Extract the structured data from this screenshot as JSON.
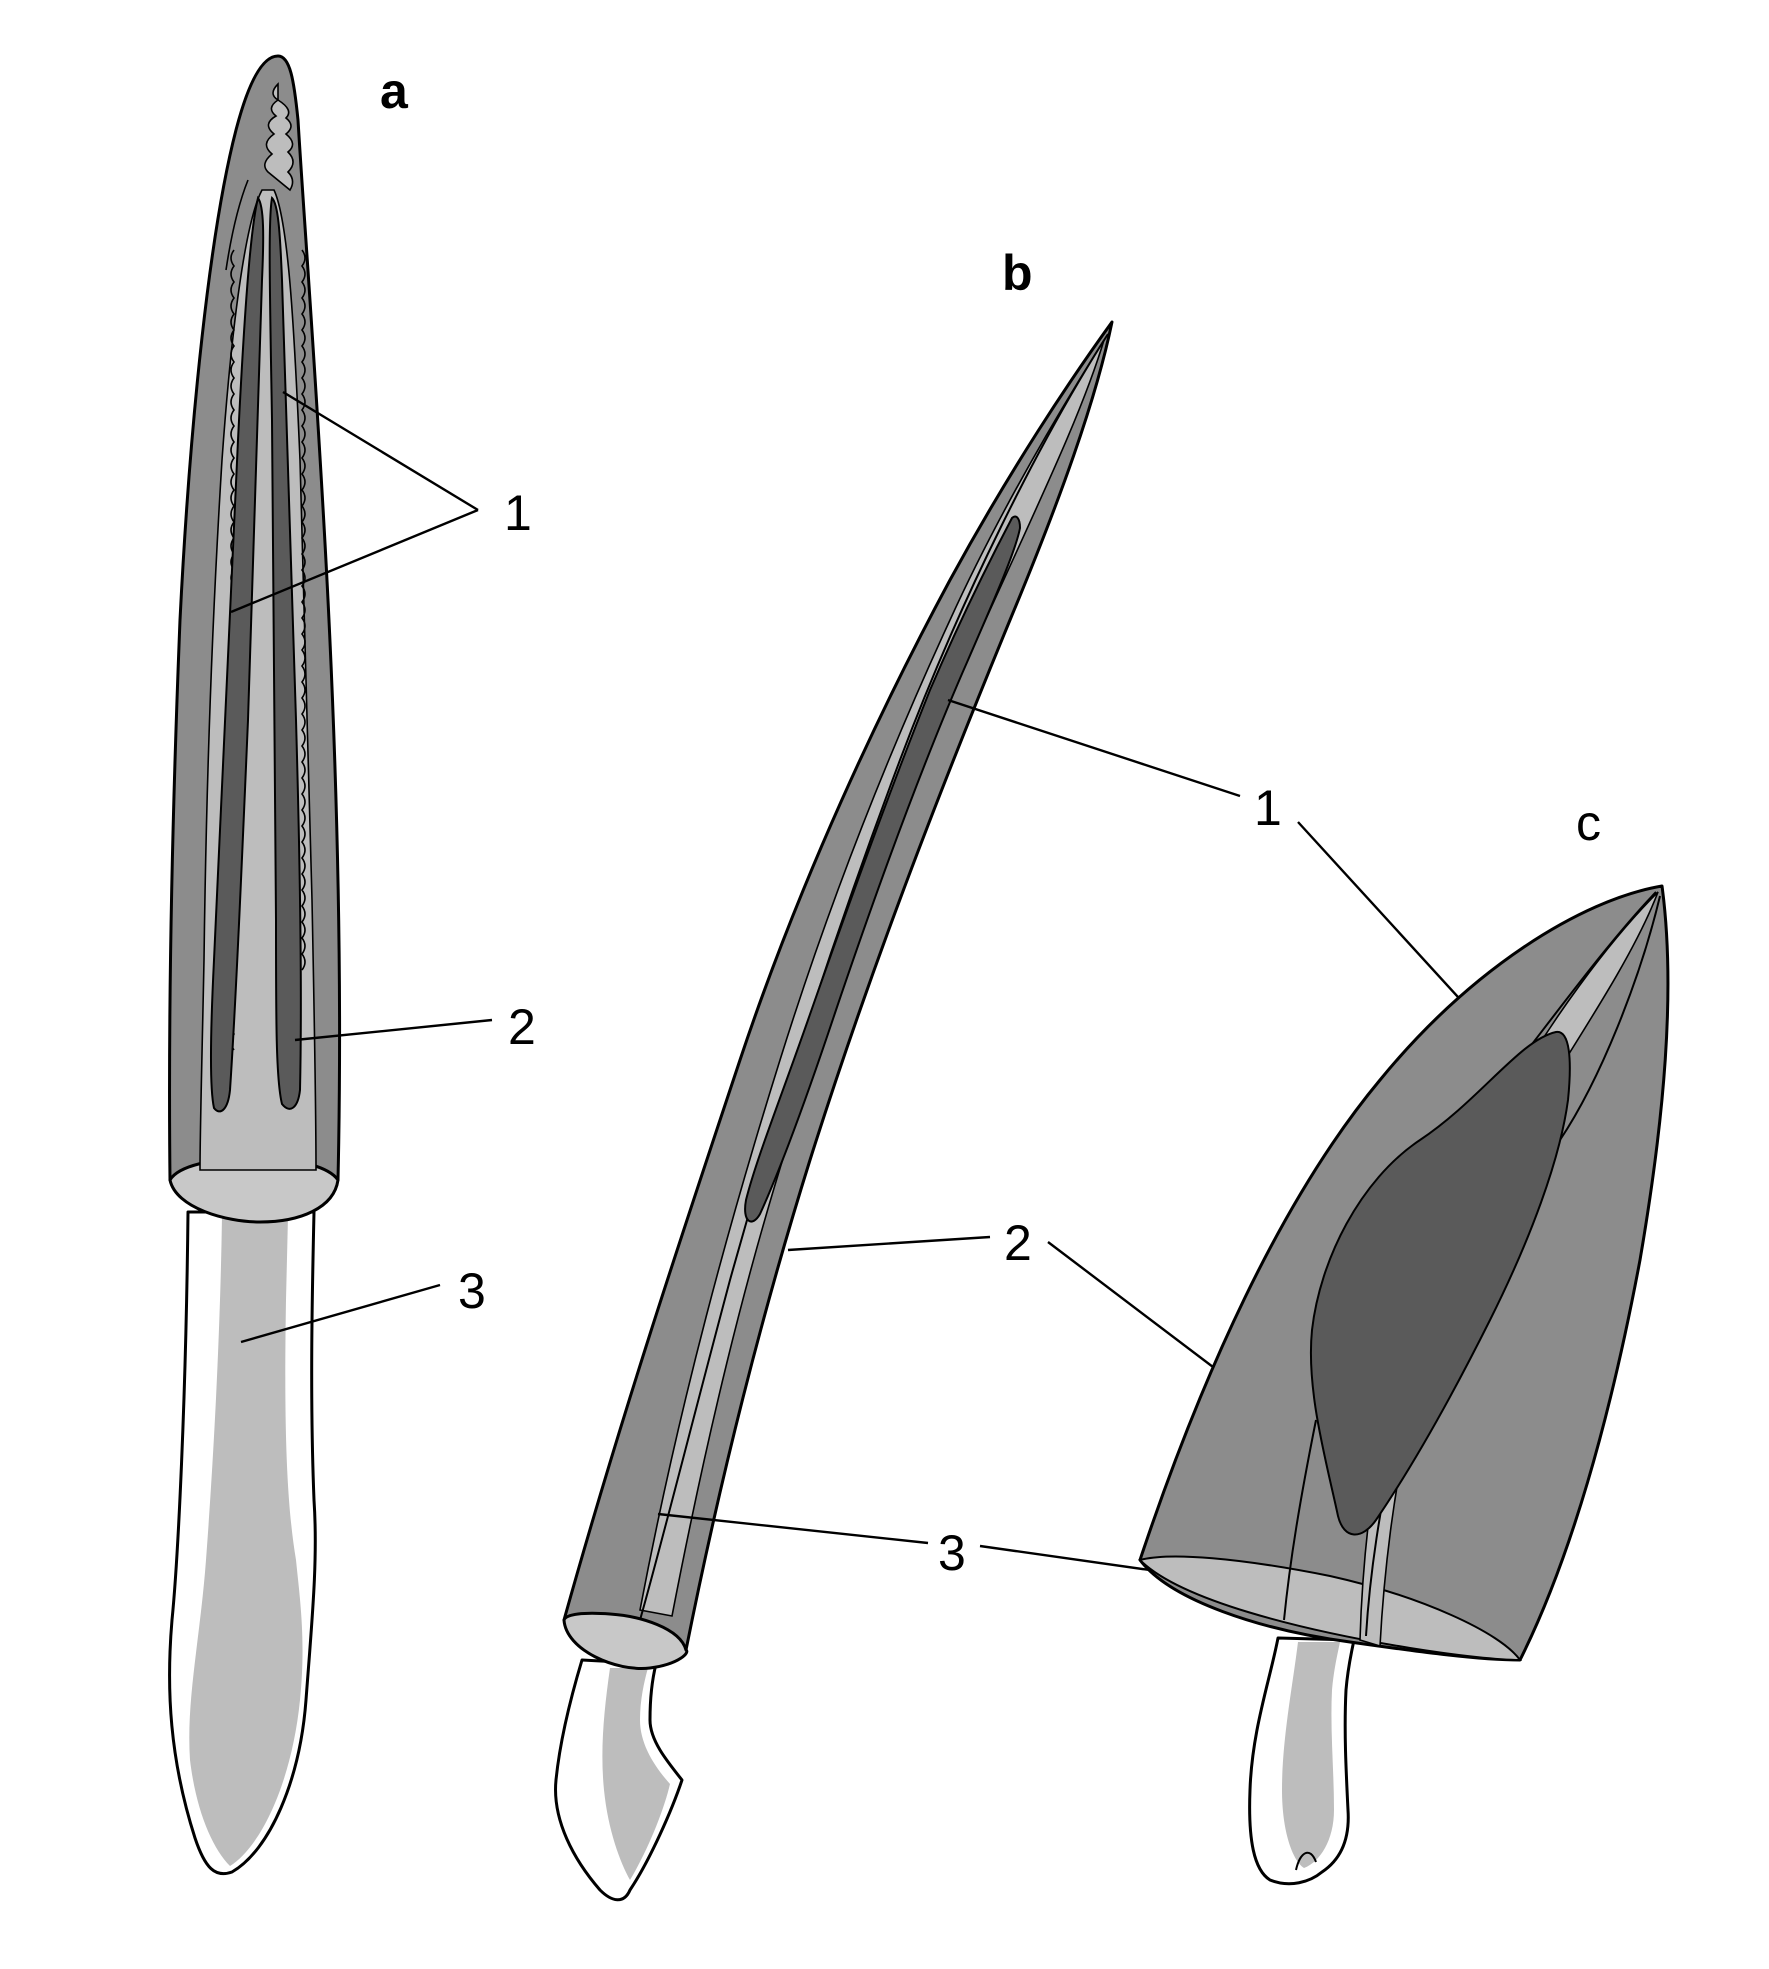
{
  "panels": {
    "a": {
      "letter": "a"
    },
    "b": {
      "letter": "b"
    },
    "c": {
      "letter": "c"
    }
  },
  "callouts": {
    "a": [
      "1",
      "2",
      "3"
    ],
    "b": [
      "1",
      "2",
      "3"
    ]
  },
  "colors": {
    "outer_layer": "#8c8c8c",
    "inner_layer": "#bdbdbd",
    "core": "#5a5a5a",
    "base": "#c8c8c8",
    "background": "#ffffff",
    "line": "#000000"
  }
}
